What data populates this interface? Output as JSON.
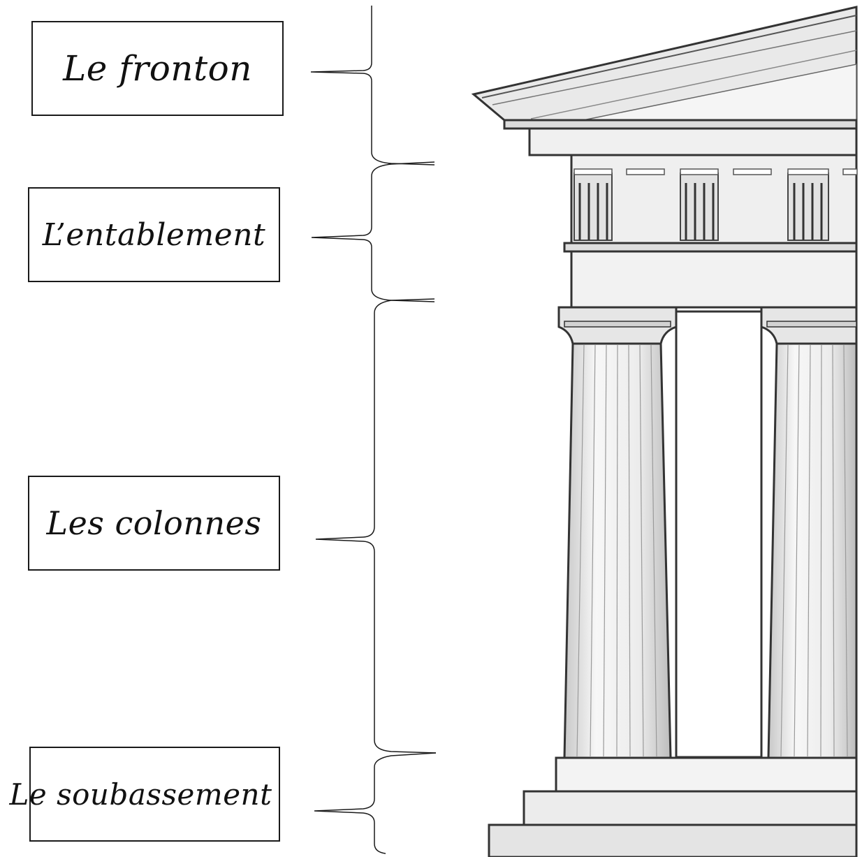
{
  "labels": {
    "fronton": "Le fronton",
    "entablement": "L’entablement",
    "colonnes": "Les colonnes",
    "soubassement": "Le soubassement"
  },
  "colors": {
    "ink": "#1a1a1a",
    "stone_light": "#f2f2f2",
    "stone_mid": "#d9d9d9",
    "stone_dark": "#8c8c8c",
    "background": "#ffffff"
  },
  "icons": {
    "temple": "greek-temple-illustration",
    "brace": "curly-brace"
  }
}
